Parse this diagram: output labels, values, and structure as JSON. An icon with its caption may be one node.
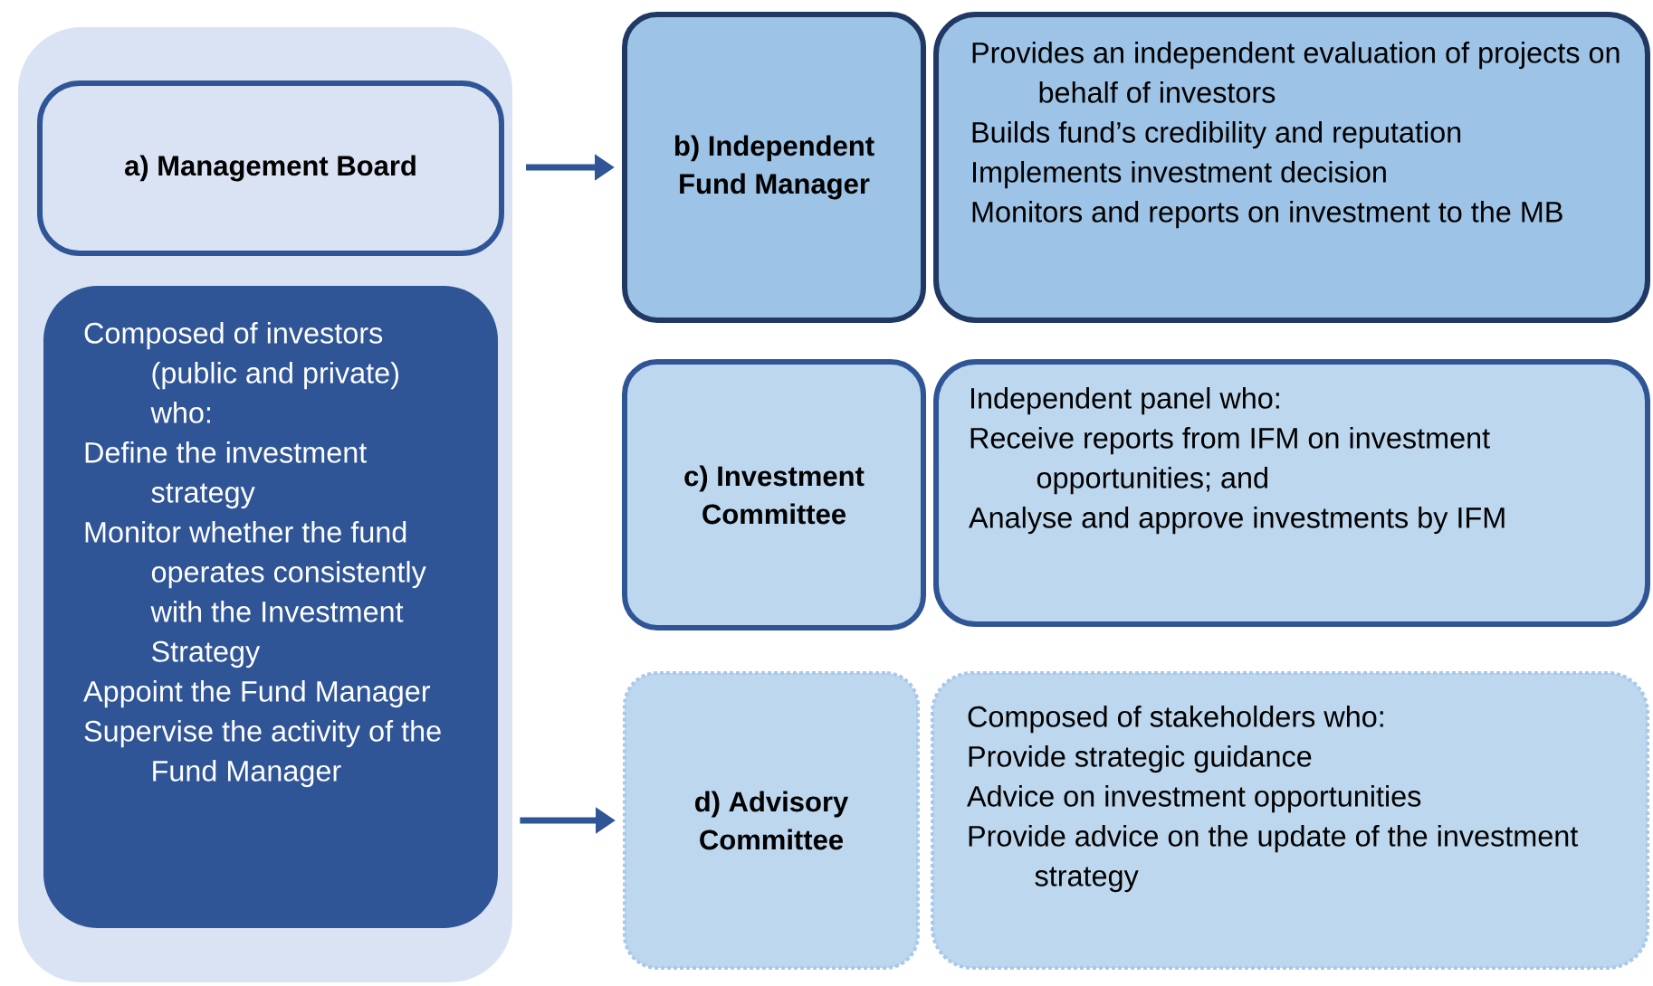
{
  "diagram": {
    "nodes": [
      {
        "text": [],
        "shape": "box"
      },
      {
        "text": [
          "a) Management Board"
        ],
        "in": 0
      },
      {
        "text": [
          "Composed of investors (public and private) who:",
          "Define the investment strategy",
          "Monitor whether the fund operates consistently with the Investment Strategy",
          "Appoint the Fund Manager",
          "Supervise the activity of the Fund Manager"
        ],
        "in": 0
      },
      {
        "text": [
          "b) Independent Fund Manager"
        ]
      },
      {
        "text": [
          "Provides  an independent evaluation of projects on behalf of investors",
          "Builds fund’s credibility and reputation",
          "Implements investment decision",
          "Monitors and reports on investment to the MB"
        ]
      },
      {
        "text": [
          "c) Investment Committee"
        ]
      },
      {
        "text": [
          "Independent panel who:",
          "Receive reports from IFM on investment opportunities; and",
          "Analyse and approve investments by IFM"
        ]
      },
      {
        "text": [
          "d) Advisory Committee"
        ]
      },
      {
        "text": [
          "Composed of stakeholders who:",
          "Provide strategic guidance",
          "Advice on investment opportunities",
          "Provide advice on the update of the investment strategy"
        ]
      }
    ],
    "edges": [
      {
        "from": 1,
        "to": 3,
        "arrow": "to"
      },
      {
        "from": 2,
        "to": 7,
        "arrow": "to"
      }
    ]
  }
}
